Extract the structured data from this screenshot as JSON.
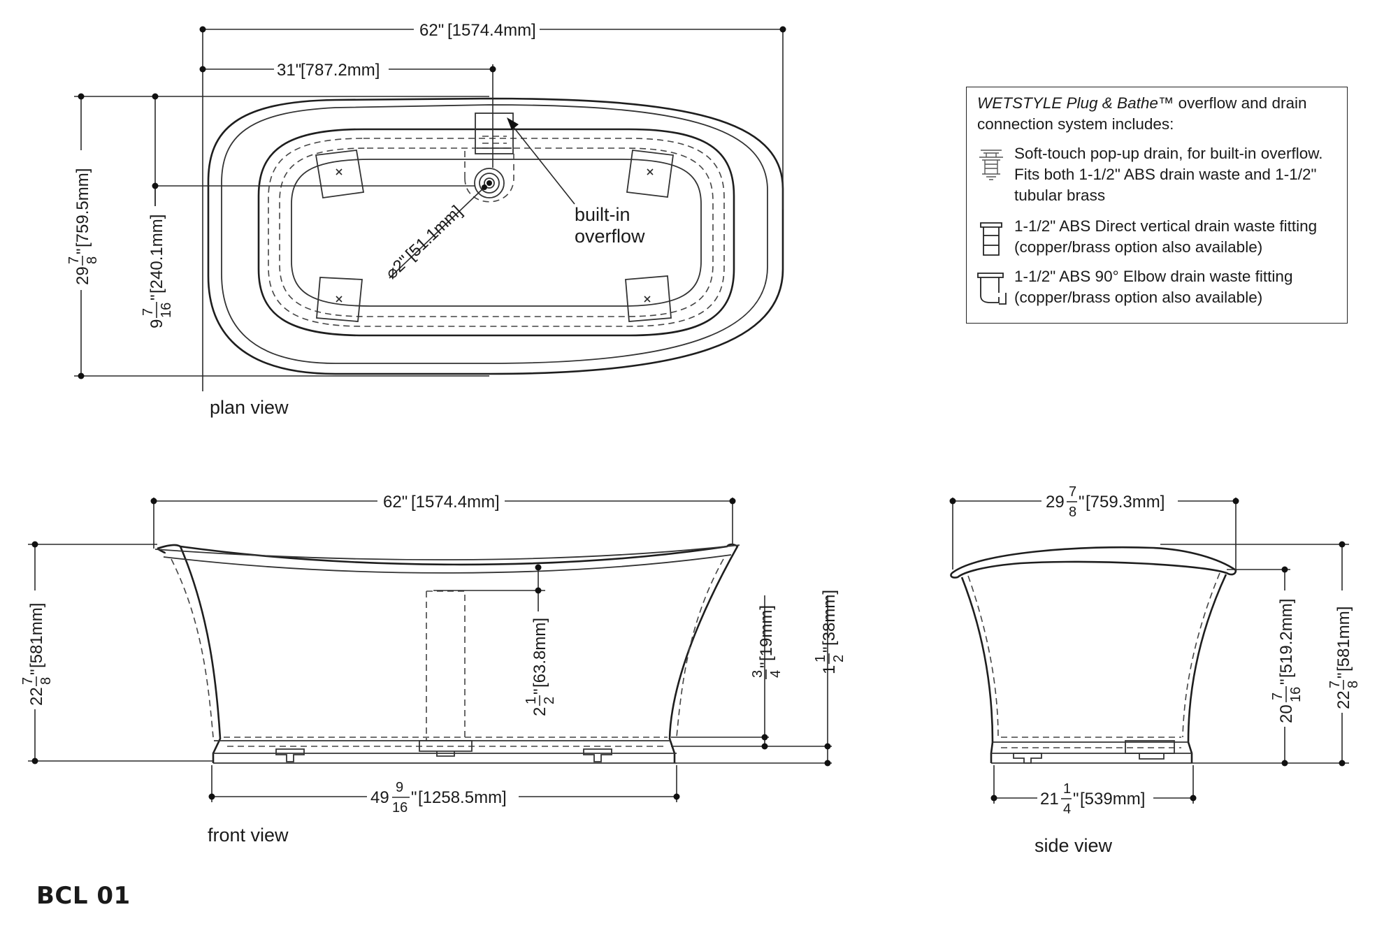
{
  "plan": {
    "overall_length": "62\"",
    "overall_length_mm": "[1574.4mm]",
    "half_length": "31\"",
    "half_length_mm": "[787.2mm]",
    "width_whole": "29",
    "width_num": "7",
    "width_den": "8",
    "width_mm": "[759.5mm]",
    "drain_offset_whole": "9",
    "drain_offset_num": "7",
    "drain_offset_den": "16",
    "drain_offset_mm": "[240.1mm]",
    "drain_diameter": "⌀2\"",
    "drain_diameter_mm": "[51.1mm]",
    "overflow_callout_line1": "built-in",
    "overflow_callout_line2": "overflow",
    "caption": "plan view"
  },
  "front": {
    "length": "62\"",
    "length_mm": "[1574.4mm]",
    "height_whole": "22",
    "height_num": "7",
    "height_den": "8",
    "height_mm": "[581mm]",
    "overflow_depth_whole": "2",
    "overflow_depth_num": "1",
    "overflow_depth_den": "2",
    "overflow_depth_mm": "[63.8mm]",
    "clearance_num": "3",
    "clearance_den": "4",
    "clearance_mm": "[19mm]",
    "floor_gap_whole": "1",
    "floor_gap_num": "1",
    "floor_gap_den": "2",
    "floor_gap_mm": "[38mm]",
    "base_length_whole": "49",
    "base_length_num": "9",
    "base_length_den": "16",
    "base_length_mm": "[1258.5mm]",
    "caption": "front view"
  },
  "side": {
    "width_whole": "29",
    "width_num": "7",
    "width_den": "8",
    "width_mm": "[759.3mm]",
    "inner_height_whole": "20",
    "inner_height_num": "7",
    "inner_height_den": "16",
    "inner_height_mm": "[519.2mm]",
    "height_whole": "22",
    "height_num": "7",
    "height_den": "8",
    "height_mm": "[581mm]",
    "base_width_whole": "21",
    "base_width_num": "1",
    "base_width_den": "4",
    "base_width_mm": "[539mm]",
    "caption": "side view"
  },
  "legend": {
    "brand": "WETSTYLE Plug & Bathe™",
    "intro_rest": " overflow  and drain connection system includes:",
    "items": [
      {
        "icon": "popup-drain-icon",
        "text": "Soft-touch pop-up drain, for built-in overflow. Fits both 1-1/2\" ABS drain waste and 1-1/2\" tubular brass"
      },
      {
        "icon": "vertical-fitting-icon",
        "text": "1-1/2\" ABS Direct vertical drain waste fitting (copper/brass option also available)"
      },
      {
        "icon": "elbow-fitting-icon",
        "text": "1-1/2\" ABS 90° Elbow drain waste fitting (copper/brass option also available)"
      }
    ]
  },
  "model": "BCL 01"
}
